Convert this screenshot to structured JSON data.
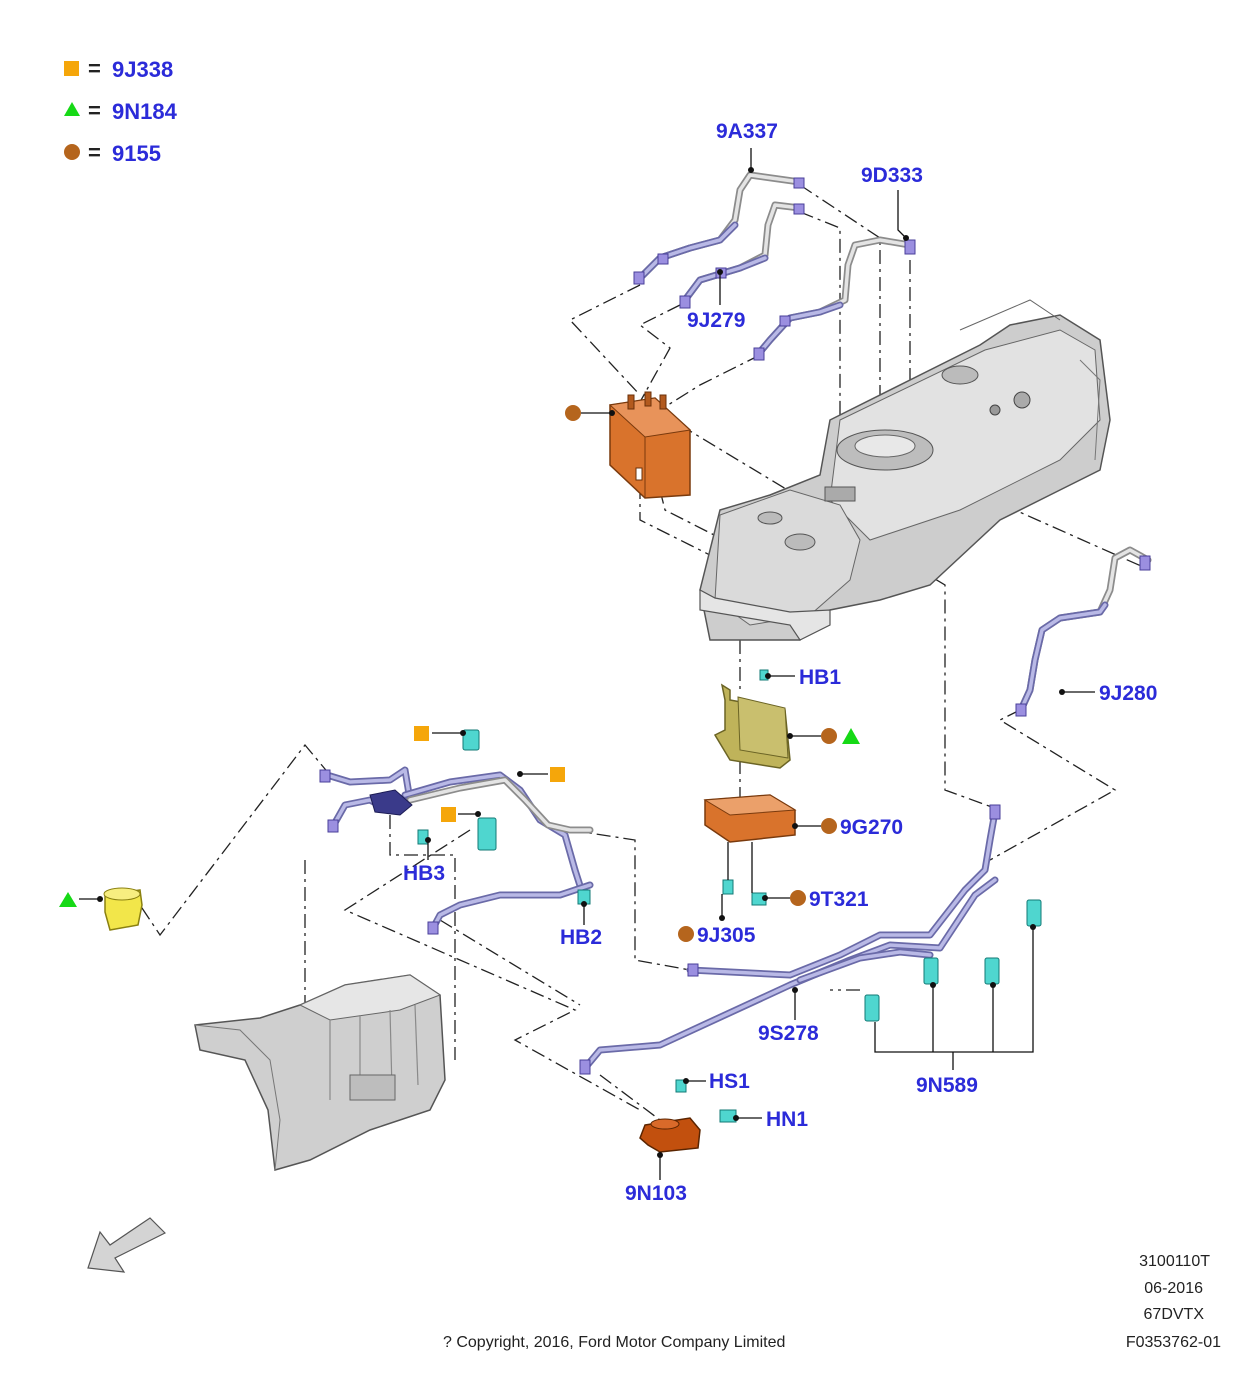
{
  "legend": [
    {
      "symbol": "square",
      "color": "#f5a60a",
      "eq": "=",
      "code": "9J338"
    },
    {
      "symbol": "triangle",
      "color": "#16d916",
      "eq": "=",
      "code": "9N184"
    },
    {
      "symbol": "circle",
      "color": "#b5651d",
      "eq": "=",
      "code": "9155"
    }
  ],
  "callouts": {
    "p9A337": "9A337",
    "p9D333": "9D333",
    "p9J279": "9J279",
    "pHB1": "HB1",
    "p9J280": "9J280",
    "p9G270": "9G270",
    "p9T321": "9T321",
    "p9J305": "9J305",
    "pHB3": "HB3",
    "pHB2": "HB2",
    "p9S278": "9S278",
    "p9N589": "9N589",
    "pHS1": "HS1",
    "pHN1": "HN1",
    "p9N103": "9N103"
  },
  "footer": {
    "ref": "3100110T",
    "date": "06-2016",
    "model": "67DVTX",
    "figure": "F0353762-01",
    "copyright": "? Copyright, 2016, Ford Motor Company Limited"
  },
  "colors": {
    "label": "#2b2bd9",
    "pipe": "#7e7ec4",
    "clip": "#9b8fe0",
    "cyan_part": "#4fd6cf",
    "orange_part": "#d9732c",
    "olive_part": "#bfb35a",
    "yellow_part": "#f2e64a",
    "tank": "#c9c9c9"
  },
  "icons": [
    "direction-arrow-icon"
  ]
}
